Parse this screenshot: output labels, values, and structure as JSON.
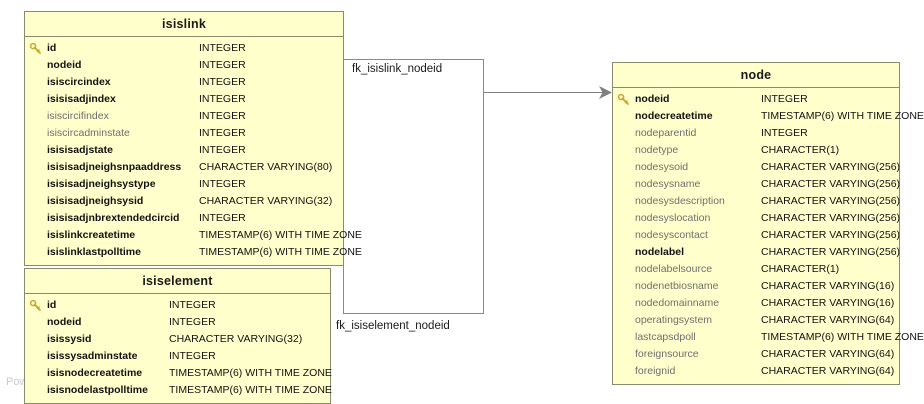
{
  "diagram": {
    "type": "database-schema-er-diagram",
    "watermark": "Pow",
    "colors": {
      "entity_fill": "#ffffcc",
      "entity_border": "#8a8a6e",
      "connector": "#808080",
      "relation_border": "#8a8a8a",
      "key_icon": "#c8a830",
      "nullable_text": "#6f6f6f",
      "text": "#111111"
    }
  },
  "entities": [
    {
      "name": "isislink",
      "columns": [
        {
          "key": true,
          "name": "id",
          "type": "INTEGER",
          "bold": true,
          "nullable": false
        },
        {
          "key": false,
          "name": "nodeid",
          "type": "INTEGER",
          "bold": true,
          "nullable": false
        },
        {
          "key": false,
          "name": "isiscircindex",
          "type": "INTEGER",
          "bold": true,
          "nullable": false
        },
        {
          "key": false,
          "name": "isisisadjindex",
          "type": "INTEGER",
          "bold": true,
          "nullable": false
        },
        {
          "key": false,
          "name": "isiscircifindex",
          "type": "INTEGER",
          "bold": false,
          "nullable": true
        },
        {
          "key": false,
          "name": "isiscircadminstate",
          "type": "INTEGER",
          "bold": false,
          "nullable": true
        },
        {
          "key": false,
          "name": "isisisadjstate",
          "type": "INTEGER",
          "bold": true,
          "nullable": false
        },
        {
          "key": false,
          "name": "isisisadjneighsnpaaddress",
          "type": "CHARACTER VARYING(80)",
          "bold": true,
          "nullable": false
        },
        {
          "key": false,
          "name": "isisisadjneighsystype",
          "type": "INTEGER",
          "bold": true,
          "nullable": false
        },
        {
          "key": false,
          "name": "isisisadjneighsysid",
          "type": "CHARACTER VARYING(32)",
          "bold": true,
          "nullable": false
        },
        {
          "key": false,
          "name": "isisisadjnbrextendedcircid",
          "type": "INTEGER",
          "bold": true,
          "nullable": false
        },
        {
          "key": false,
          "name": "isislinkcreatetime",
          "type": "TIMESTAMP(6) WITH TIME ZONE",
          "bold": true,
          "nullable": false
        },
        {
          "key": false,
          "name": "isislinklastpolltime",
          "type": "TIMESTAMP(6) WITH TIME ZONE",
          "bold": true,
          "nullable": false
        }
      ]
    },
    {
      "name": "isiselement",
      "columns": [
        {
          "key": true,
          "name": "id",
          "type": "INTEGER",
          "bold": true,
          "nullable": false
        },
        {
          "key": false,
          "name": "nodeid",
          "type": "INTEGER",
          "bold": true,
          "nullable": false
        },
        {
          "key": false,
          "name": "isissysid",
          "type": "CHARACTER VARYING(32)",
          "bold": true,
          "nullable": false
        },
        {
          "key": false,
          "name": "isissysadminstate",
          "type": "INTEGER",
          "bold": true,
          "nullable": false
        },
        {
          "key": false,
          "name": "isisnodecreatetime",
          "type": "TIMESTAMP(6) WITH TIME ZONE",
          "bold": true,
          "nullable": false
        },
        {
          "key": false,
          "name": "isisnodelastpolltime",
          "type": "TIMESTAMP(6) WITH TIME ZONE",
          "bold": true,
          "nullable": false
        }
      ]
    },
    {
      "name": "node",
      "columns": [
        {
          "key": true,
          "name": "nodeid",
          "type": "INTEGER",
          "bold": true,
          "nullable": false
        },
        {
          "key": false,
          "name": "nodecreatetime",
          "type": "TIMESTAMP(6) WITH TIME ZONE",
          "bold": true,
          "nullable": false
        },
        {
          "key": false,
          "name": "nodeparentid",
          "type": "INTEGER",
          "bold": false,
          "nullable": true
        },
        {
          "key": false,
          "name": "nodetype",
          "type": "CHARACTER(1)",
          "bold": false,
          "nullable": true
        },
        {
          "key": false,
          "name": "nodesysoid",
          "type": "CHARACTER VARYING(256)",
          "bold": false,
          "nullable": true
        },
        {
          "key": false,
          "name": "nodesysname",
          "type": "CHARACTER VARYING(256)",
          "bold": false,
          "nullable": true
        },
        {
          "key": false,
          "name": "nodesysdescription",
          "type": "CHARACTER VARYING(256)",
          "bold": false,
          "nullable": true
        },
        {
          "key": false,
          "name": "nodesyslocation",
          "type": "CHARACTER VARYING(256)",
          "bold": false,
          "nullable": true
        },
        {
          "key": false,
          "name": "nodesyscontact",
          "type": "CHARACTER VARYING(256)",
          "bold": false,
          "nullable": true
        },
        {
          "key": false,
          "name": "nodelabel",
          "type": "CHARACTER VARYING(256)",
          "bold": true,
          "nullable": false
        },
        {
          "key": false,
          "name": "nodelabelsource",
          "type": "CHARACTER(1)",
          "bold": false,
          "nullable": true
        },
        {
          "key": false,
          "name": "nodenetbiosname",
          "type": "CHARACTER VARYING(16)",
          "bold": false,
          "nullable": true
        },
        {
          "key": false,
          "name": "nodedomainname",
          "type": "CHARACTER VARYING(16)",
          "bold": false,
          "nullable": true
        },
        {
          "key": false,
          "name": "operatingsystem",
          "type": "CHARACTER VARYING(64)",
          "bold": false,
          "nullable": true
        },
        {
          "key": false,
          "name": "lastcapsdpoll",
          "type": "TIMESTAMP(6) WITH TIME ZONE",
          "bold": false,
          "nullable": true
        },
        {
          "key": false,
          "name": "foreignsource",
          "type": "CHARACTER VARYING(64)",
          "bold": false,
          "nullable": true
        },
        {
          "key": false,
          "name": "foreignid",
          "type": "CHARACTER VARYING(64)",
          "bold": false,
          "nullable": true
        }
      ]
    }
  ],
  "relationships": [
    {
      "label": "fk_isislink_nodeid",
      "from": "isislink",
      "to": "node"
    },
    {
      "label": "fk_isiselement_nodeid",
      "from": "isiselement",
      "to": "node"
    }
  ]
}
